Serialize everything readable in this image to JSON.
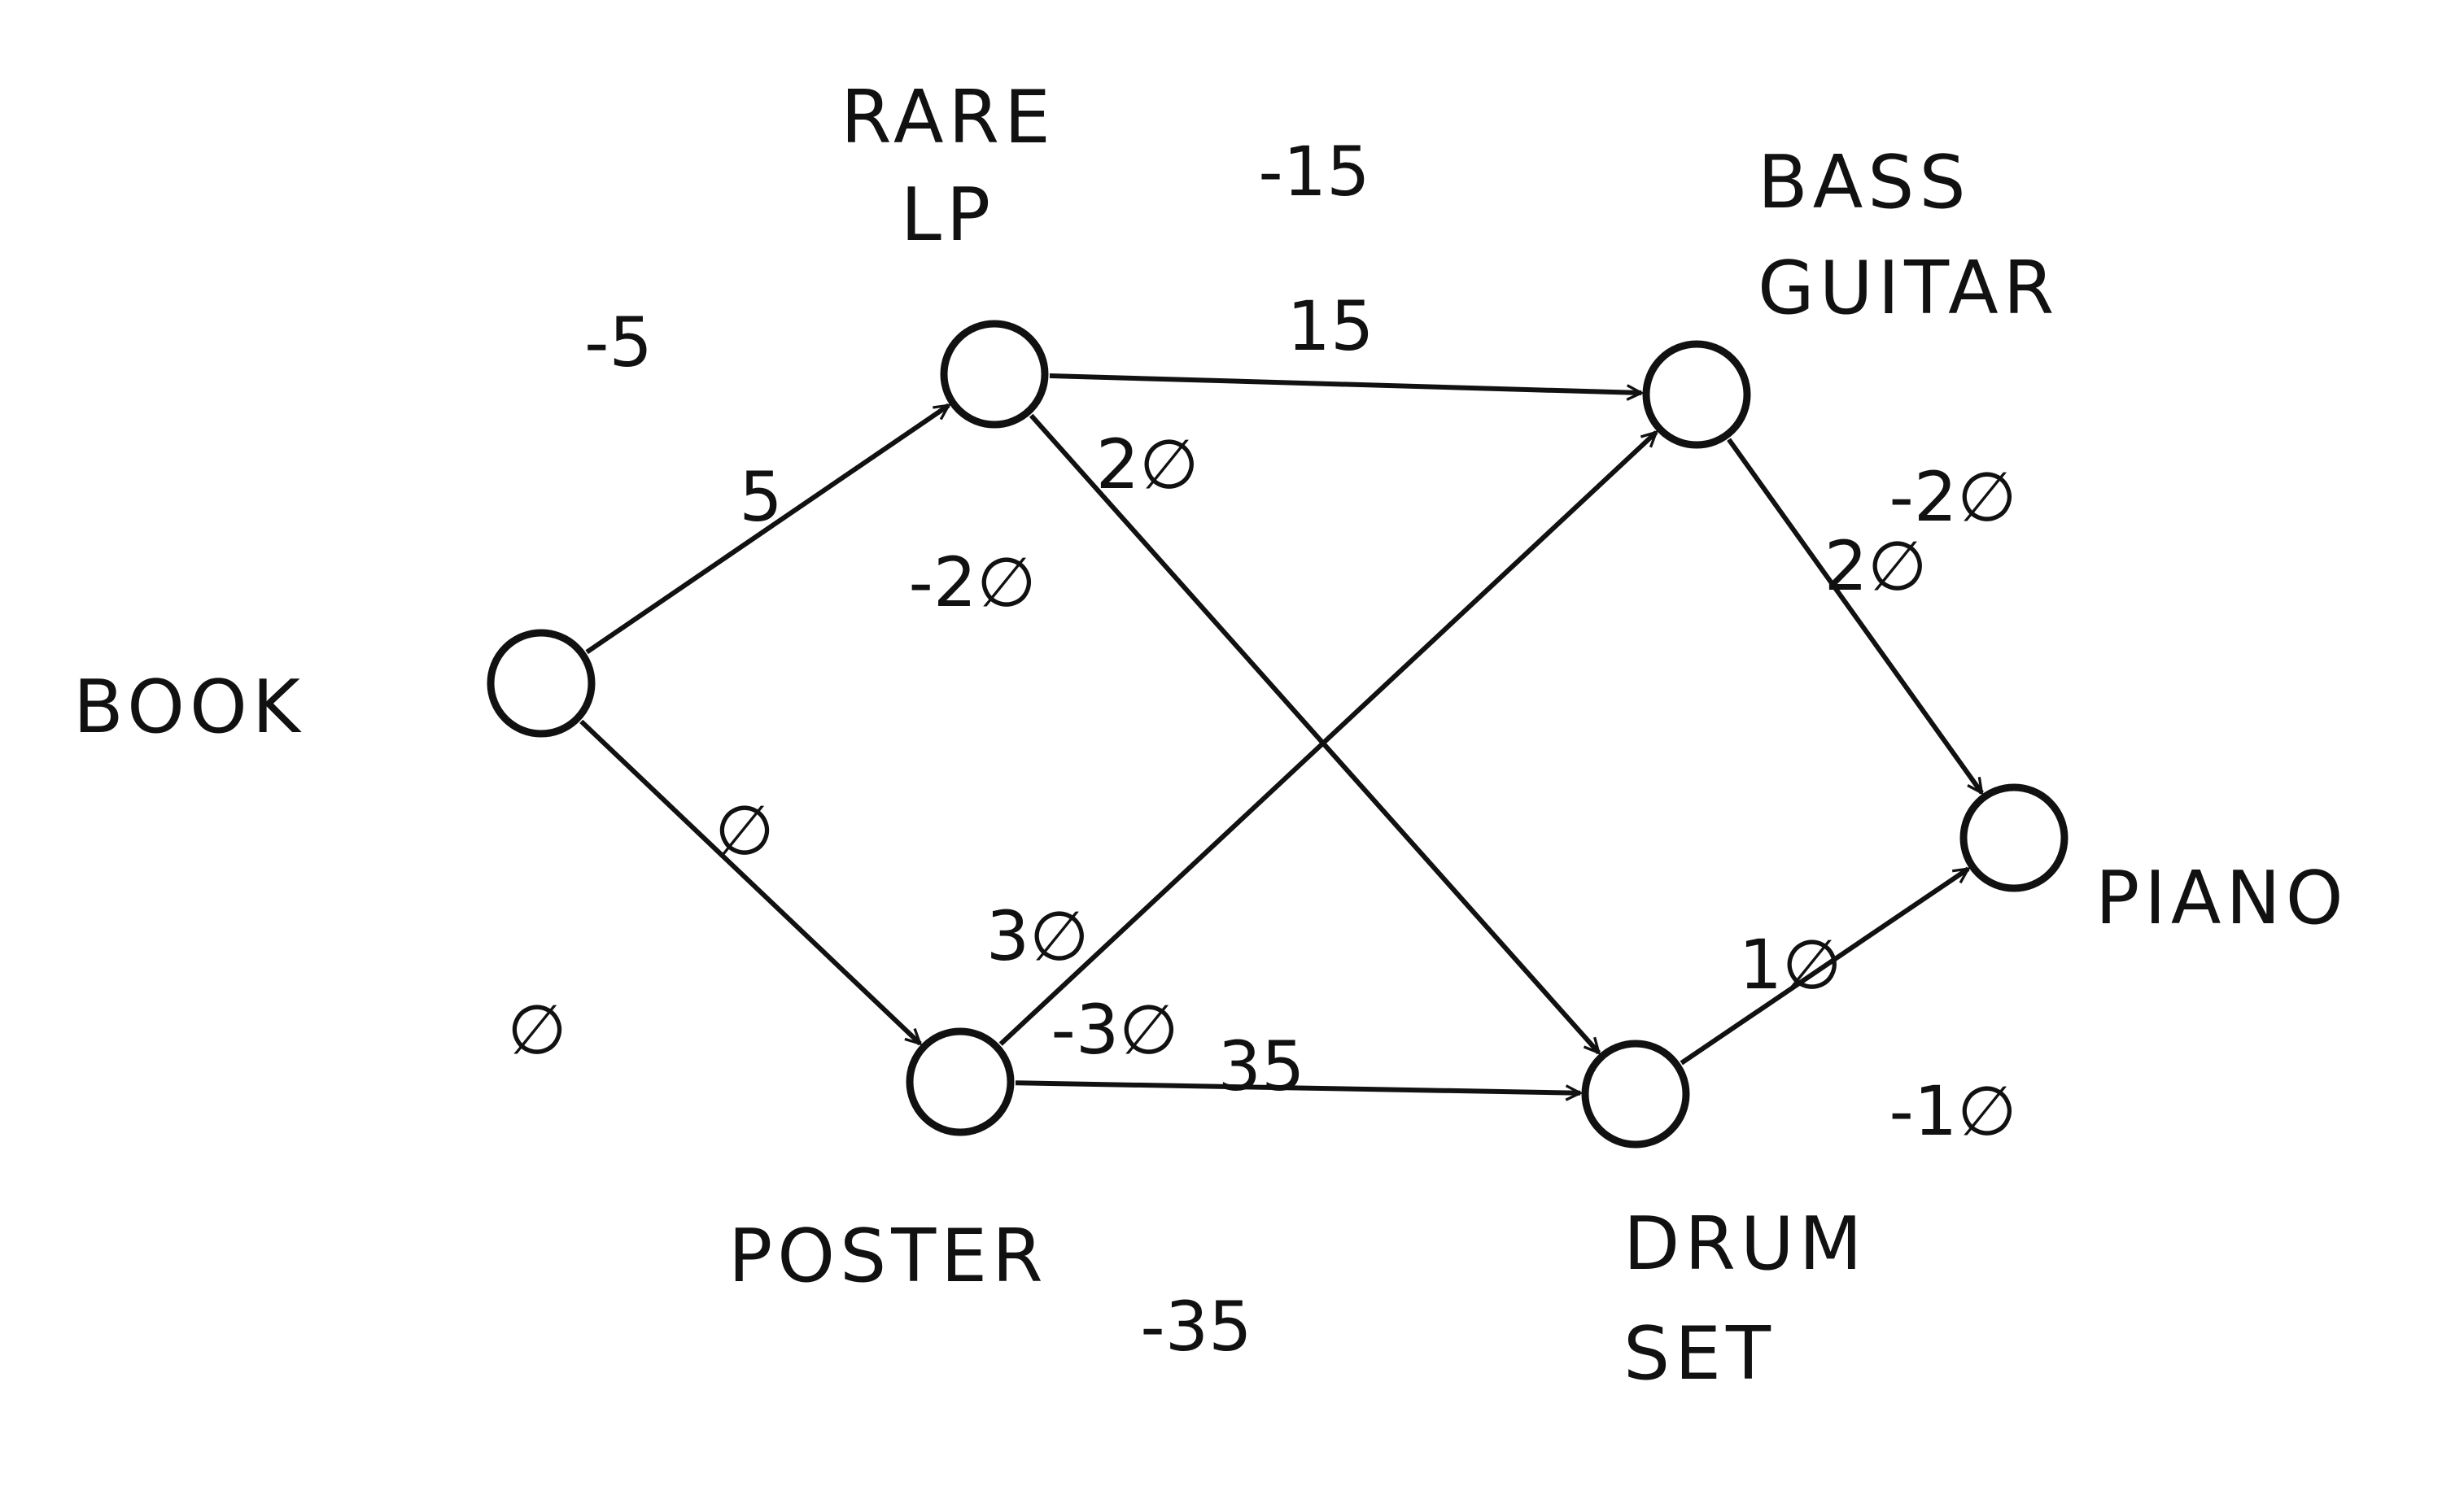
{
  "diagram": {
    "nodes": [
      {
        "id": "book",
        "lines": [
          "BOOK"
        ]
      },
      {
        "id": "rare-lp",
        "lines": [
          "RARE",
          "LP"
        ]
      },
      {
        "id": "bass-guitar",
        "lines": [
          "BASS",
          "GUITAR"
        ]
      },
      {
        "id": "poster",
        "lines": [
          "POSTER"
        ]
      },
      {
        "id": "drum-set",
        "lines": [
          "DRUM",
          "SET"
        ]
      },
      {
        "id": "piano",
        "lines": [
          "PIANO"
        ]
      }
    ],
    "edges": [
      {
        "from": "book",
        "to": "rare-lp",
        "weight": "5",
        "style": "solid"
      },
      {
        "from": "book",
        "to": "poster",
        "weight": "∅",
        "style": "solid"
      },
      {
        "from": "rare-lp",
        "to": "bass-guitar",
        "weight": "15",
        "style": "solid"
      },
      {
        "from": "rare-lp",
        "to": "drum-set",
        "weight": "2∅",
        "style": "solid"
      },
      {
        "from": "poster",
        "to": "bass-guitar",
        "weight": "3∅",
        "style": "solid"
      },
      {
        "from": "poster",
        "to": "drum-set",
        "weight": "35",
        "style": "solid"
      },
      {
        "from": "bass-guitar",
        "to": "piano",
        "weight": "2∅",
        "style": "solid"
      },
      {
        "from": "drum-set",
        "to": "piano",
        "weight": "1∅",
        "style": "solid"
      },
      {
        "from": "rare-lp",
        "to": "book",
        "weight": "-5",
        "style": "dashed"
      },
      {
        "from": "poster",
        "to": "book",
        "weight": "∅",
        "style": "dashed"
      },
      {
        "from": "bass-guitar",
        "to": "rare-lp",
        "weight": "-15",
        "style": "dashed"
      },
      {
        "from": "drum-set",
        "to": "rare-lp",
        "weight": "-2∅",
        "style": "dashed"
      },
      {
        "from": "bass-guitar",
        "to": "poster",
        "weight": "-3∅",
        "style": "dashed"
      },
      {
        "from": "drum-set",
        "to": "poster",
        "weight": "-35",
        "style": "dashed"
      },
      {
        "from": "piano",
        "to": "bass-guitar",
        "weight": "-2∅",
        "style": "dashed"
      },
      {
        "from": "piano",
        "to": "drum-set",
        "weight": "-1∅",
        "style": "dashed"
      }
    ]
  }
}
